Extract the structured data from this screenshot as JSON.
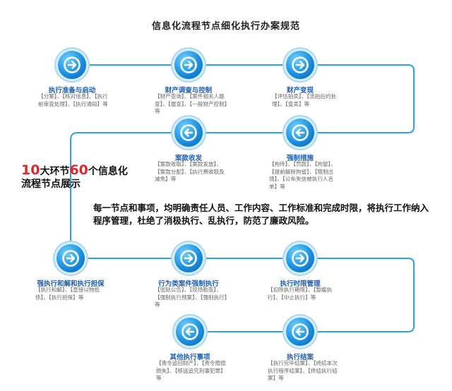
{
  "title": "信息化流程节点细化执行办案规范",
  "headline": {
    "num1": "10",
    "text1": "大环节",
    "num2": "60",
    "text2": "个信息化",
    "line2": "流程节点展示"
  },
  "note": "每一节点和事项，均明确责任人员、工作内容、工作标准和完成时限，将执行工作纳入程序管理，杜绝了消极执行、乱执行，防范了廉政风险。",
  "nodes": [
    {
      "label": "执行准备与启动",
      "desc": "【分案】、【核对信息】、【执行前审查处理】、【执行通知】等",
      "direction": "right"
    },
    {
      "label": "财产调查与控制",
      "desc": "【财产查询】、【案件相关人跳查】、【搜查】、【一般财产控制】等",
      "direction": "right"
    },
    {
      "label": "财产变现",
      "desc": "【评估拍卖】、【流拍后的处理】、【变卖】等",
      "direction": "right"
    },
    {
      "label": "强制措施",
      "desc": "【拘传】、【罚款】、【拘留】、【提前解除拘留】、【限制出境】、【公布失信被执行人名单】等",
      "direction": "left"
    },
    {
      "label": "案款收发",
      "desc": "【案款收取】、【案款发放】、【案款分配】、【执行费收取及减免】等",
      "direction": "left"
    },
    {
      "label": "强执行和解和执行担保",
      "desc": "【执行和解】、【直接以物抵债】、【执行担保】等",
      "direction": "right"
    },
    {
      "label": "行为类案件强制执行",
      "desc": "【张贴公告】、【现场勘查】、【强制执行预案】、【强制执行】等",
      "direction": "right"
    },
    {
      "label": "执行时限管理",
      "desc": "【扣除执行期限】、【暂缓执行】、【中止执行】等",
      "direction": "right"
    },
    {
      "label": "执行结案",
      "desc": "【执行完毕结案】、【终结本次执行程序结案】、【终结执行结案】等",
      "direction": "left"
    },
    {
      "label": "其他执行事项",
      "desc": "【责令追回财产】、【责令赔偿损失】、【移送追究刑事犯罪】等",
      "direction": "left"
    }
  ],
  "colors": {
    "accent": "#1a8fe0",
    "line": "#2aa0ee",
    "label": "#1e5fb8",
    "highlight": "#e3262e"
  }
}
